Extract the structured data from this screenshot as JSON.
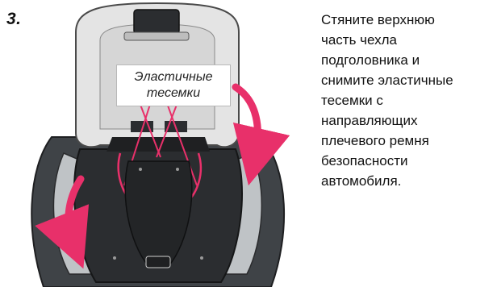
{
  "step": {
    "number": "3."
  },
  "illustration": {
    "callout_lines": [
      "Эластичные",
      "тесемки"
    ],
    "colors": {
      "headrest_cover": "#e4e4e4",
      "headrest_outline": "#4a4a4a",
      "seat_shell": "#3f4347",
      "seat_dark": "#2b2d30",
      "seat_padding": "#bfc3c6",
      "strap": "#e8306a",
      "arrow": "#e8306a",
      "buckle": "#1f2022"
    },
    "icons": [
      "car-seat-illustration",
      "curved-arrow-icon"
    ]
  },
  "instruction": {
    "lines": [
      "Стяните верхнюю",
      "часть чехла",
      "подголовника и",
      "снимите эластичные",
      "тесемки с",
      "направляющих",
      "плечевого ремня",
      "безопасности",
      "автомобиля."
    ]
  }
}
